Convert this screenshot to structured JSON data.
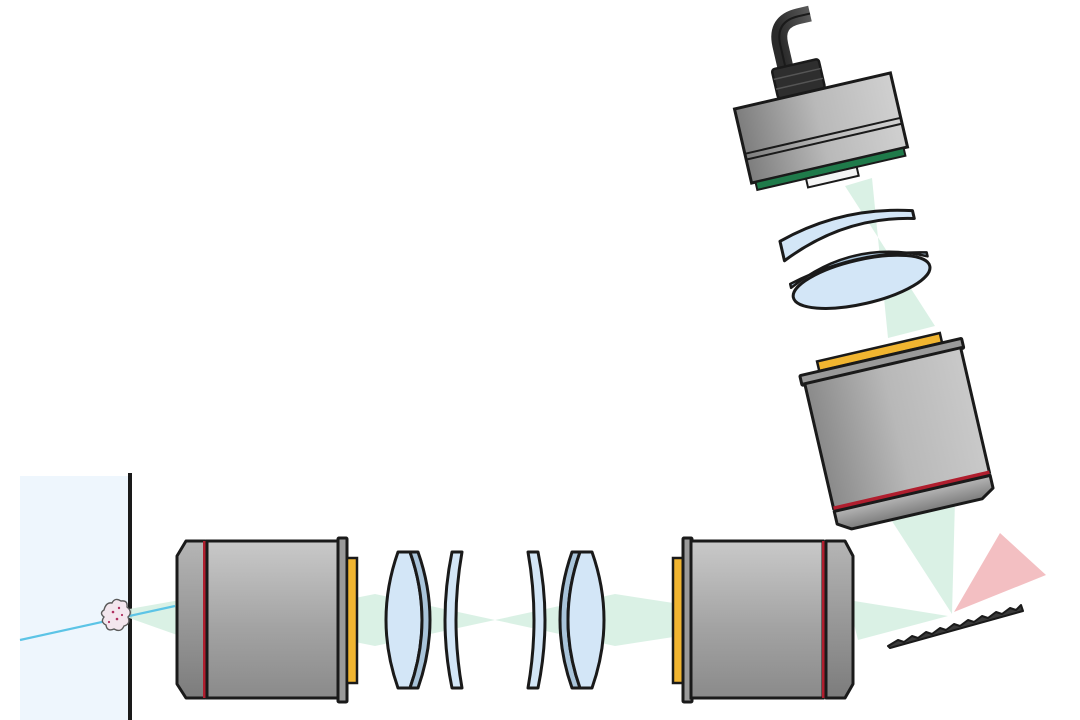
{
  "colors": {
    "background": "#ffffff",
    "sample_chamber": "#eef6fd",
    "wall": "#1a1a1a",
    "incident_beam": "#5cc4e6",
    "collected_light": "#d6efe2",
    "diffracted_light": "#f2b8bb",
    "lens_glass": "#d3e6f7",
    "lens_glass_edge": "#a9c4da",
    "objective_body_dark": "#8a8a8a",
    "objective_body_light": "#c9c9c9",
    "red_band": "#b01e2e",
    "yellow_ring": "#f1b530",
    "circuit_board": "#1f7a4a",
    "sensor_window": "#f4f4f4",
    "outline": "#1a1a1a"
  },
  "components": [
    {
      "id": "sample-chamber",
      "kind": "chamber"
    },
    {
      "id": "excitation-beam",
      "kind": "laser"
    },
    {
      "id": "sample-particle",
      "kind": "sample"
    },
    {
      "id": "collection-objective",
      "kind": "objective"
    },
    {
      "id": "relay-lens-1",
      "kind": "biconvex lens"
    },
    {
      "id": "relay-lens-2",
      "kind": "meniscus lens"
    },
    {
      "id": "relay-lens-3",
      "kind": "meniscus lens"
    },
    {
      "id": "relay-lens-4",
      "kind": "biconvex lens"
    },
    {
      "id": "second-objective",
      "kind": "objective"
    },
    {
      "id": "diffraction-grating",
      "kind": "grating"
    },
    {
      "id": "imaging-objective",
      "kind": "objective"
    },
    {
      "id": "tube-lens",
      "kind": "lens"
    },
    {
      "id": "meniscus-corrector",
      "kind": "lens"
    },
    {
      "id": "camera",
      "kind": "detector"
    }
  ]
}
